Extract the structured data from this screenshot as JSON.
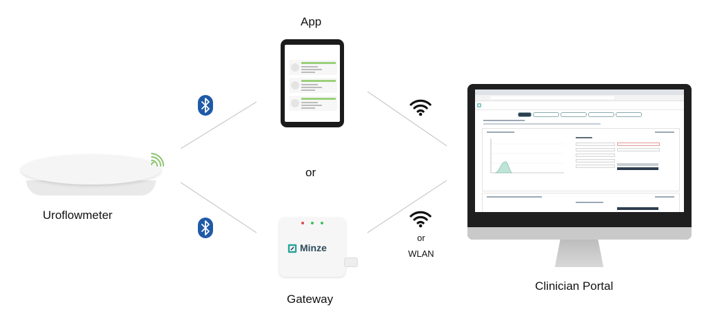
{
  "labels": {
    "app": "App",
    "or_middle": "or",
    "uroflowmeter": "Uroflowmeter",
    "gateway": "Gateway",
    "wifi_or": "or",
    "wlan": "WLAN",
    "clinician_portal": "Clinician Portal"
  },
  "gateway_logo_text": "Minze",
  "colors": {
    "bluetooth": "#1f5aa8",
    "line": "#c8c8c8",
    "signal_green": "#8bc46e",
    "chart_fill": "#bfe3d6",
    "brand_dark": "#2d4a5a"
  },
  "icons": {
    "bluetooth": "bluetooth-icon",
    "wifi": "wifi-icon",
    "signal": "wireless-signal-icon"
  }
}
